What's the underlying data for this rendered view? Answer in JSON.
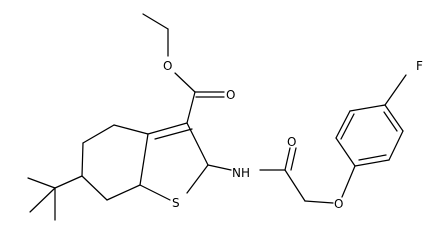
{
  "labels": {
    "ester_o1": "O",
    "ester_o2": "O",
    "amide_n": "NH",
    "amide_o": "O",
    "ether_o": "O",
    "sulfur": "S",
    "fluorine": "F"
  }
}
